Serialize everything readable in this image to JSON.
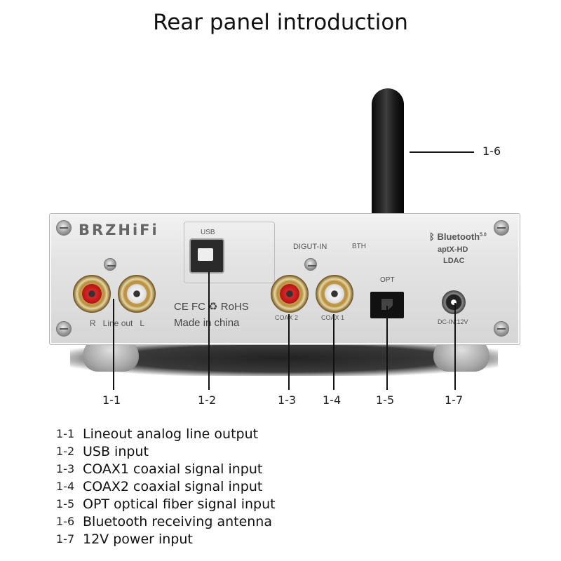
{
  "title": "Rear panel introduction",
  "panel": {
    "brand": "BRZHiFi",
    "usb_label": "USB",
    "digit_in_label": "DIGUT-IN",
    "bth_label": "BTH",
    "bluetooth_label": "Bluetooth",
    "bluetooth_version": "5.0",
    "codec_1": "aptX-HD",
    "codec_2": "LDAC",
    "opt_label": "OPT",
    "lineout_label": "R   Line out   L",
    "coax2_label": "COAX 2",
    "coax1_label": "COAX 1",
    "certifications": "CE FC ♻ RoHS",
    "made_in": "Made in china",
    "dc_label": "DC-IN:12V"
  },
  "callouts": {
    "c1_1": "1-1",
    "c1_2": "1-2",
    "c1_3": "1-3",
    "c1_4": "1-4",
    "c1_5": "1-5",
    "c1_6": "1-6",
    "c1_7": "1-7"
  },
  "legend": [
    {
      "num": "1-1",
      "desc": "Lineout analog line output"
    },
    {
      "num": "1-2",
      "desc": "USB input"
    },
    {
      "num": "1-3",
      "desc": "COAX1 coaxial signal input"
    },
    {
      "num": "1-4",
      "desc": "COAX2 coaxial signal input"
    },
    {
      "num": "1-5",
      "desc": "OPT optical fiber signal input"
    },
    {
      "num": "1-6",
      "desc": "Bluetooth receiving antenna"
    },
    {
      "num": "1-7",
      "desc": "12V power input"
    }
  ]
}
